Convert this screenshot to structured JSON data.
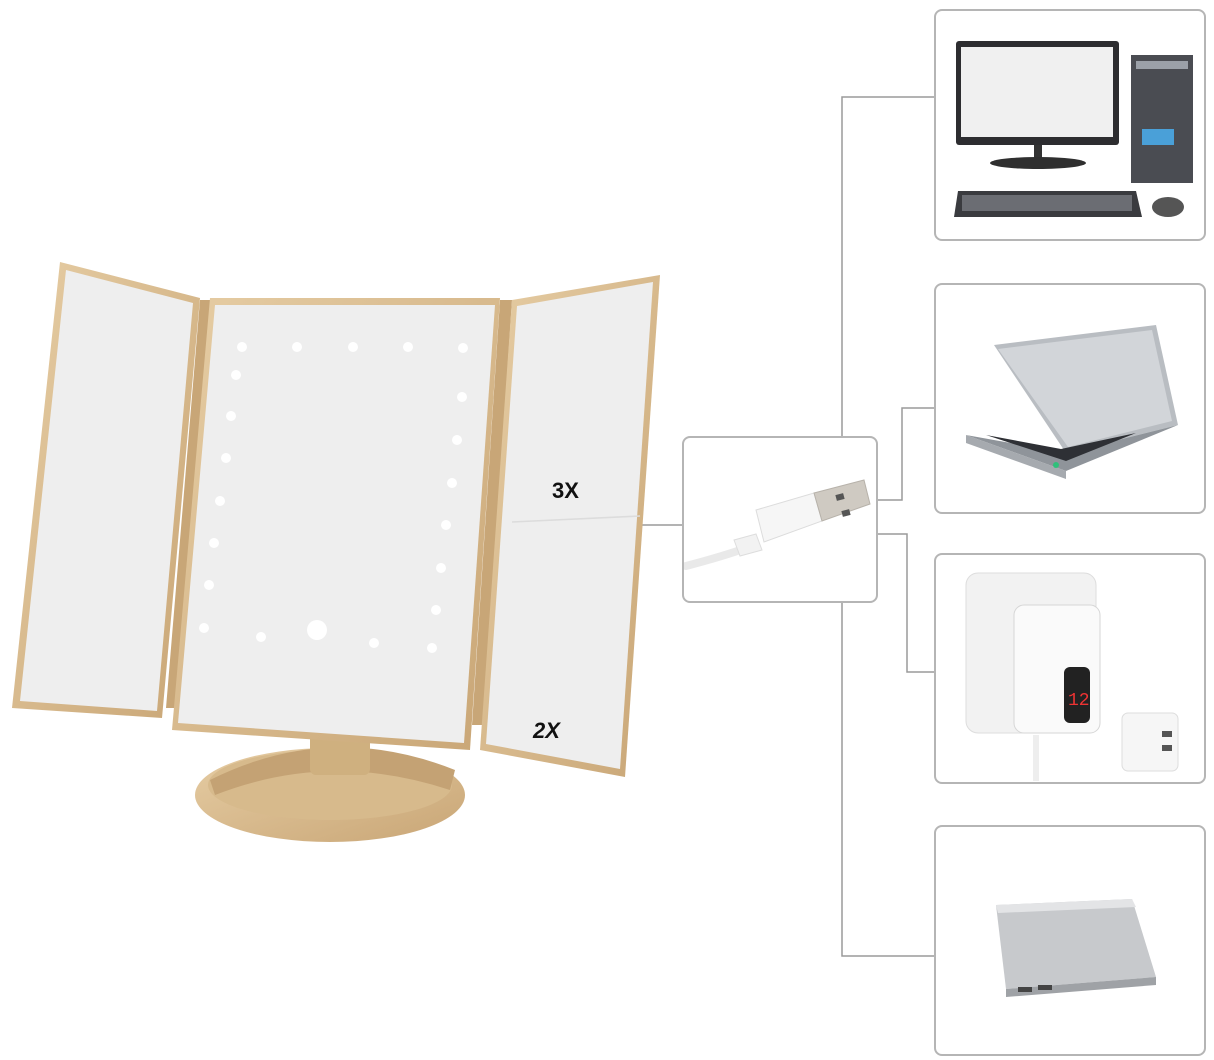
{
  "product": {
    "name": "Tri-fold LED vanity mirror",
    "panels": {
      "right_upper_magnification": "3X",
      "right_lower_magnification": "2X"
    },
    "led_count": 21,
    "colors": {
      "frame": "#d9b98a",
      "frame_dark": "#b8956a",
      "mirror": "#eeeeee",
      "connector_line": "#9a9a9a",
      "box_border": "#b5b5b5"
    }
  },
  "cable": {
    "icon": "usb-cable-icon"
  },
  "power_sources": [
    {
      "icon": "desktop-computer-icon"
    },
    {
      "icon": "laptop-icon"
    },
    {
      "icon": "wall-adapter-icon"
    },
    {
      "icon": "power-bank-icon"
    }
  ]
}
